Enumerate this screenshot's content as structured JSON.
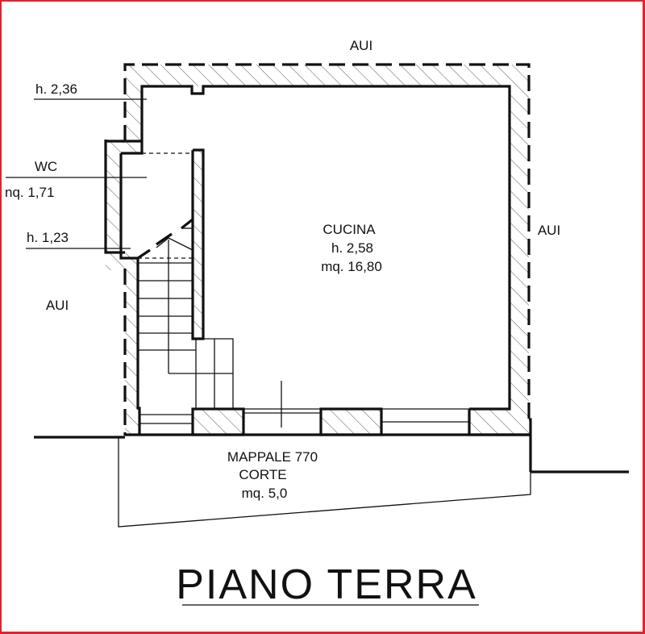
{
  "drawing": {
    "title": "PIANO TERRA",
    "border_color": "#e0242c",
    "line_color": "#111111"
  },
  "labels": {
    "aui_top": "AUI",
    "aui_right": "AUI",
    "aui_left": "AUI",
    "height_wc_top": "h. 2,36",
    "wc_name": "WC",
    "wc_area": "nq. 1,71",
    "height_wc_bottom": "h. 1,23",
    "kitchen_name": "CUCINA",
    "kitchen_height": "h. 2,58",
    "kitchen_area": "mq. 16,80",
    "court_parcel": "MAPPALE 770",
    "court_name": "CORTE",
    "court_area": "mq. 5,0"
  },
  "rooms": [
    {
      "name": "CUCINA",
      "height": "h. 2,58",
      "area": "mq. 16,80"
    },
    {
      "name": "WC",
      "height_top": "h. 2,36",
      "height_bottom": "h. 1,23",
      "area": "nq. 1,71"
    },
    {
      "name": "CORTE",
      "parcel": "MAPPALE 770",
      "area": "mq. 5,0"
    }
  ]
}
